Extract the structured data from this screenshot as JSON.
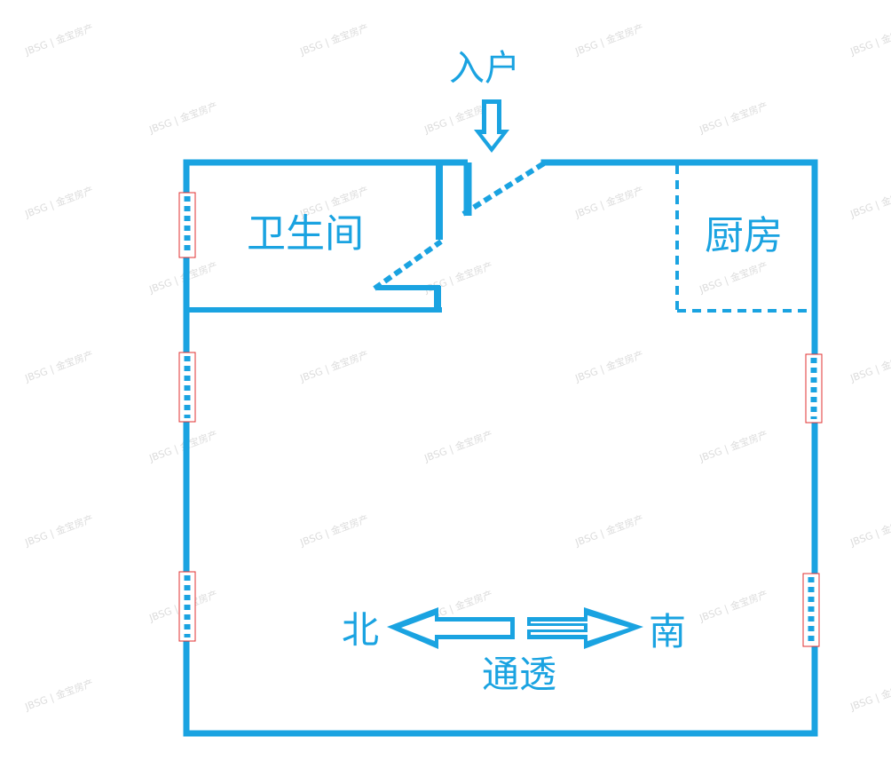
{
  "colors": {
    "wall": "#1aa3e1",
    "window_frame": "#e03030",
    "watermark": "#dcdcdc",
    "background": "#ffffff"
  },
  "labels": {
    "entrance": "入户",
    "bathroom": "卫生间",
    "kitchen": "厨房",
    "north": "北",
    "south": "南",
    "through": "通透"
  },
  "watermark": "JBSG | 金宝房产",
  "icons": {
    "entrance_arrow": "down-arrow-icon",
    "ventilation_arrow": "double-arrow-icon",
    "window": "window-icon"
  }
}
